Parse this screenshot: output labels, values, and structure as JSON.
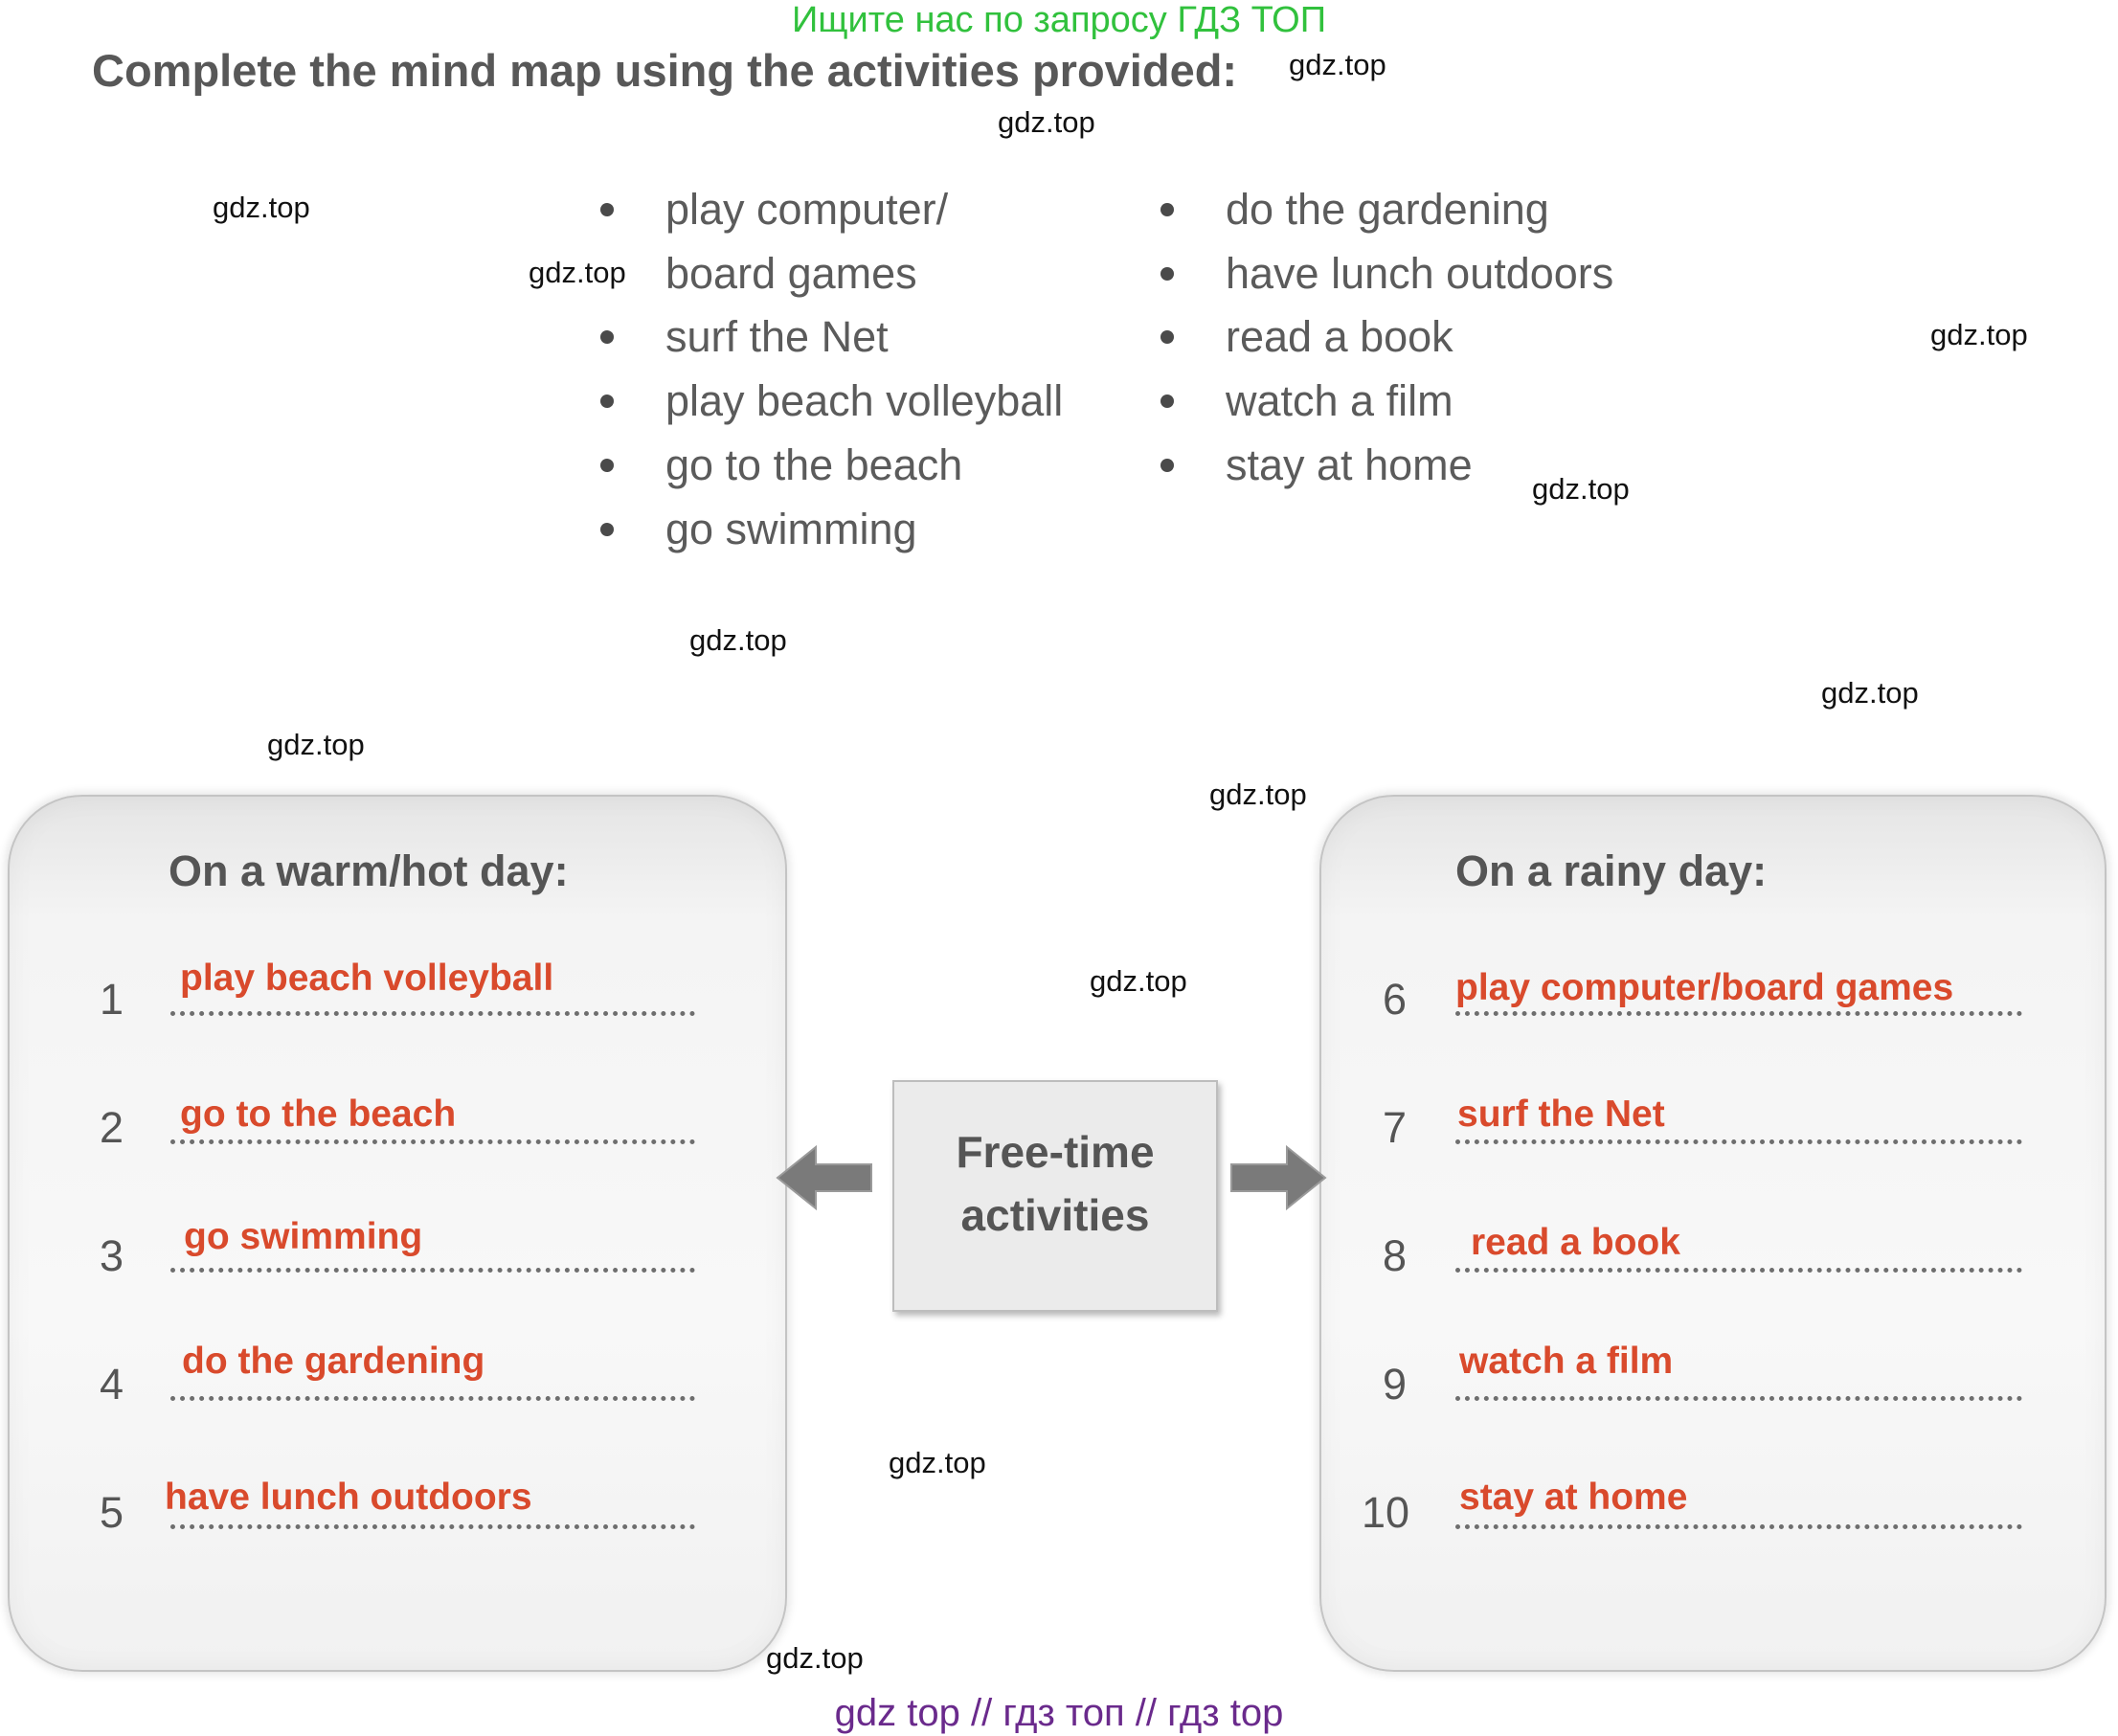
{
  "top_banner": "Ищите нас по запросу ГДЗ ТОП",
  "instruction": "Complete the mind map using the activities provided:",
  "watermark": "gdz.top",
  "activities_left": [
    "play computer/",
    "board games",
    "surf the Net",
    "play beach volleyball",
    "go to the beach",
    "go swimming"
  ],
  "activities_right": [
    "do the gardening",
    "have lunch outdoors",
    "read a book",
    "watch a film",
    "stay at home"
  ],
  "center": {
    "label": "Free-time\nactivities"
  },
  "warm_box": {
    "title": "On a warm/hot day:",
    "items": [
      {
        "num": "1",
        "answer": "play beach volleyball"
      },
      {
        "num": "2",
        "answer": "go to the beach"
      },
      {
        "num": "3",
        "answer": "go swimming"
      },
      {
        "num": "4",
        "answer": "do the gardening"
      },
      {
        "num": "5",
        "answer": "have lunch outdoors"
      }
    ]
  },
  "rainy_box": {
    "title": "On a rainy day:",
    "items": [
      {
        "num": "6",
        "answer": "play computer/board games"
      },
      {
        "num": "7",
        "answer": "surf the Net"
      },
      {
        "num": "8",
        "answer": "read a book"
      },
      {
        "num": "9",
        "answer": "watch a film"
      },
      {
        "num": "10",
        "answer": "stay at home"
      }
    ]
  },
  "bottom_banner": "gdz top  //  гдз топ  //  гдз top",
  "colors": {
    "answer": "#d94a2c",
    "top_banner": "#31c13d",
    "bottom_banner": "#6a2a8c",
    "arrow": "#7a7a7a"
  }
}
